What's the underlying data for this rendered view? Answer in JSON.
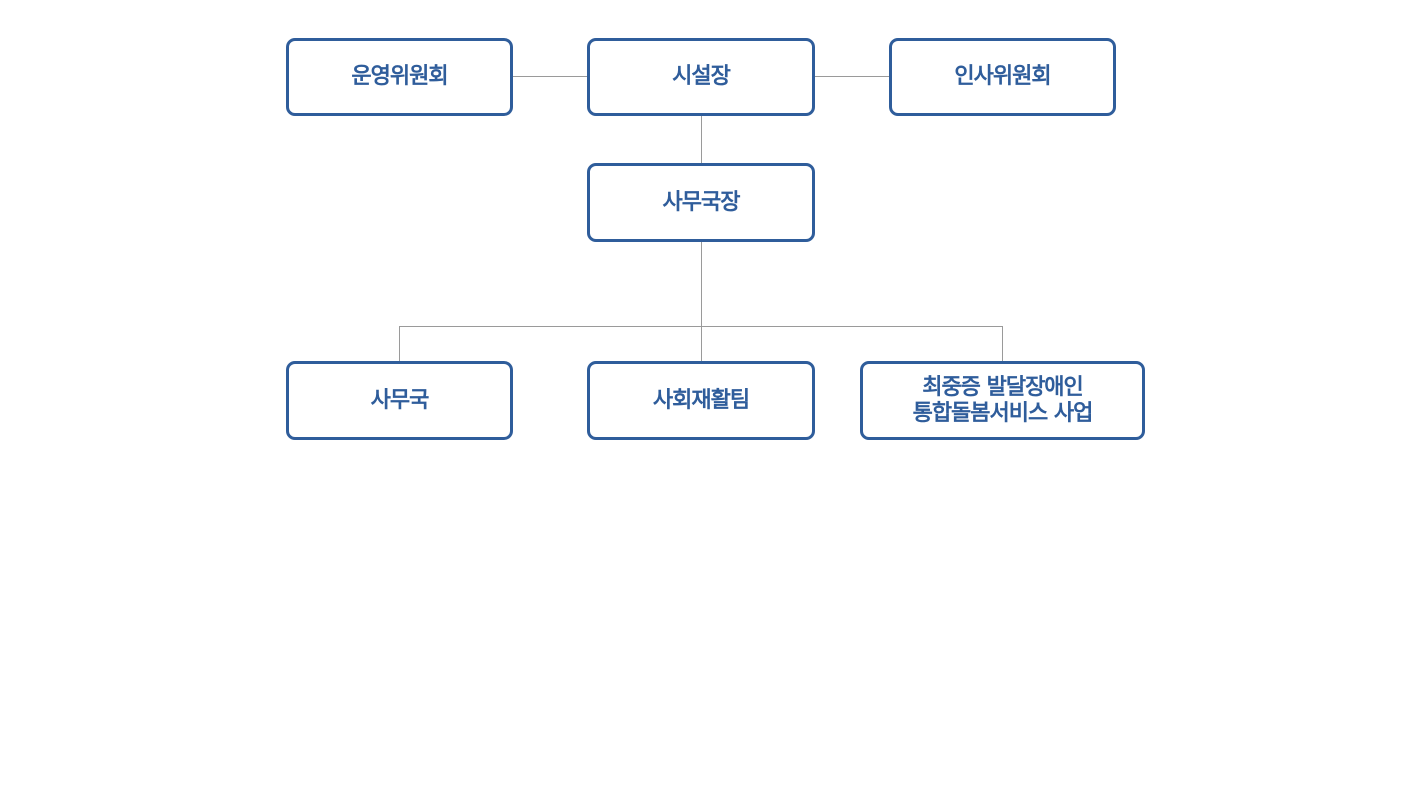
{
  "nodes": {
    "operating_committee": "운영위원회",
    "director": "시설장",
    "personnel_committee": "인사위원회",
    "secretary_general": "사무국장",
    "secretariat": "사무국",
    "social_rehab_team": "사회재활팀",
    "care_service_line1": "최중증 발달장애인",
    "care_service_line2": "통합돌봄서비스 사업"
  },
  "colors": {
    "box_border": "#2f5d9b",
    "text": "#2f5d9b",
    "connector": "#9a9a9a"
  }
}
